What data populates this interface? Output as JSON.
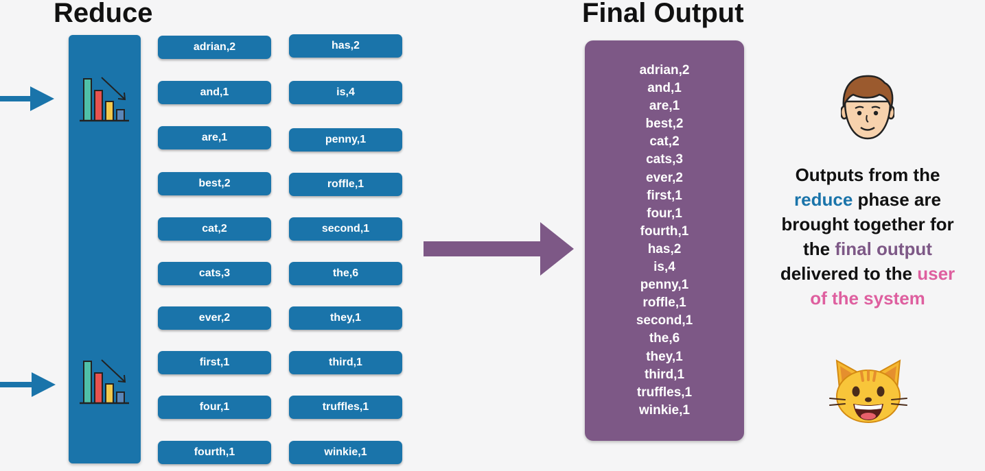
{
  "titles": {
    "reduce": "Reduce",
    "final_output": "Final Output"
  },
  "reduce_column_1": [
    "adrian,2",
    "and,1",
    "are,1",
    "best,2",
    "cat,2",
    "cats,3",
    "ever,2",
    "first,1",
    "four,1",
    "fourth,1"
  ],
  "reduce_column_2": [
    "has,2",
    "is,4",
    "penny,1",
    "roffle,1",
    "second,1",
    "the,6",
    "they,1",
    "third,1",
    "truffles,1",
    "winkie,1"
  ],
  "final_output_items": [
    "adrian,2",
    "and,1",
    "are,1",
    "best,2",
    "cat,2",
    "cats,3",
    "ever,2",
    "first,1",
    "four,1",
    "fourth,1",
    "has,2",
    "is,4",
    "penny,1",
    "roffle,1",
    "second,1",
    "the,6",
    "they,1",
    "third,1",
    "truffles,1",
    "winkie,1"
  ],
  "note": {
    "part1": "Outputs from the",
    "reduce": "reduce",
    "part2": "phase are brought together for the",
    "final_output": "final output",
    "part3": "delivered to the",
    "user": "user of the system"
  },
  "icons": {
    "chart": "bar-chart-decrease-icon",
    "user": "user-face-icon",
    "cat": "grinning-cat-icon"
  },
  "colors": {
    "reduce_blue": "#1a74aa",
    "output_purple": "#7d5886",
    "user_pink": "#de5f9f",
    "background": "#f5f5f6"
  }
}
